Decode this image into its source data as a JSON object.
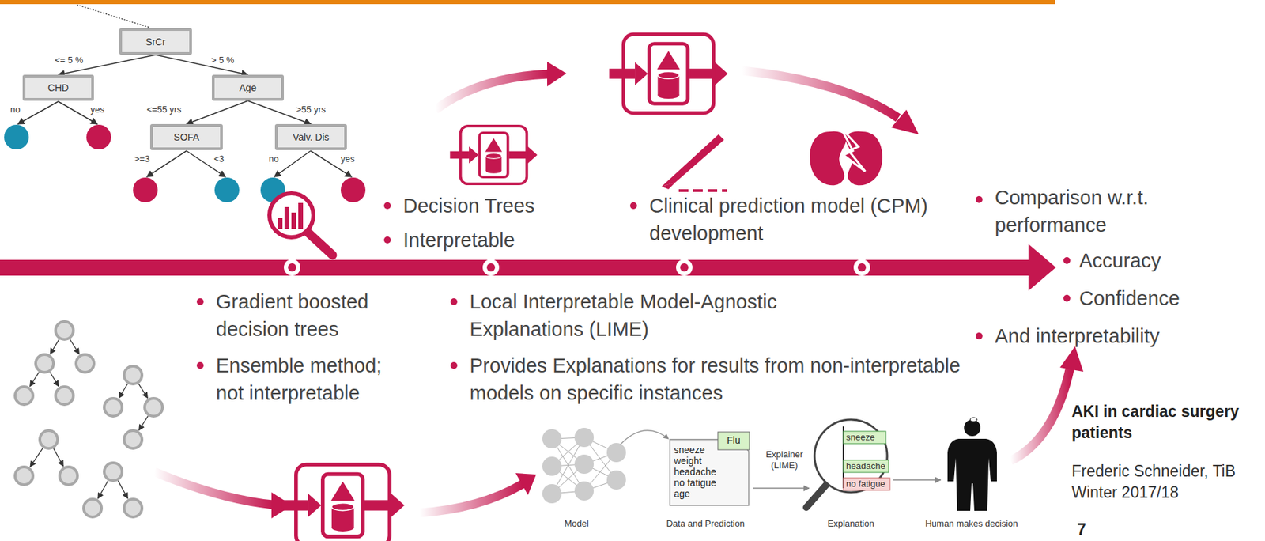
{
  "diagram": {
    "nodes": [
      {
        "text": [
          "SrCr"
        ]
      },
      {
        "text": [
          "CHD"
        ]
      },
      {
        "text": [
          "Age"
        ]
      },
      {
        "text": [
          "SOFA"
        ]
      },
      {
        "text": [
          "Valv. Dis"
        ]
      }
    ],
    "edges": [
      {
        "from": 0,
        "to": 1,
        "arrow": "to",
        "label": "<= 5 %"
      },
      {
        "from": 0,
        "to": 2,
        "arrow": "to",
        "label": "> 5 %"
      },
      {
        "from": 2,
        "to": 3,
        "arrow": "to",
        "label": "<=55 yrs"
      },
      {
        "from": 2,
        "to": 4,
        "arrow": "to",
        "label": ">55 yrs"
      }
    ],
    "labels": [
      "no",
      "yes",
      ">=3",
      "<3",
      "no",
      "yes",
      "Decision Trees",
      "Interpretable",
      "Clinical prediction model (CPM) development",
      "Comparison w.r.t. performance",
      "Accuracy",
      "Confidence",
      "And interpretability",
      "Gradient boosted decision trees",
      "Ensemble method; not interpretable",
      "Local Interpretable Model-Agnostic Explanations (LIME)",
      "Provides Explanations for results from non-interpretable models on specific instances",
      "AKI in cardiac surgery patients",
      "Frederic Schneider, TiB Winter 2017/18",
      "7",
      "sneeze",
      "weight",
      "headache",
      "no fatigue",
      "age",
      "Flu",
      "Explainer (LIME)",
      "sneeze",
      "headache",
      "no fatigue",
      "Model",
      "Data and Prediction",
      "Explanation",
      "Human makes decision"
    ]
  }
}
